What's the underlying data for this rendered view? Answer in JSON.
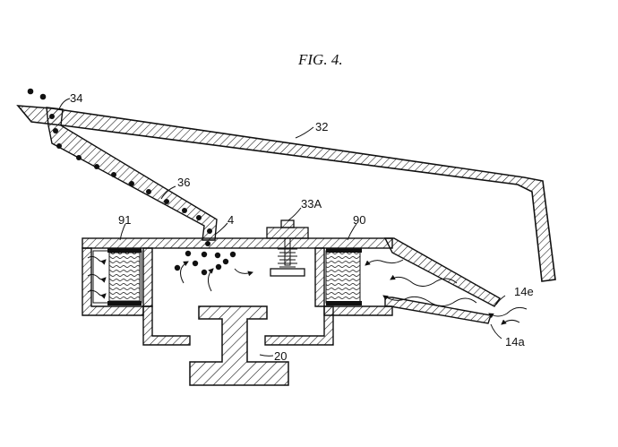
{
  "figure": {
    "title": "FIG. 4.",
    "ink_color": "#111111",
    "background": "#ffffff"
  },
  "labels": {
    "l34": "34",
    "l32": "32",
    "l36": "36",
    "l33a": "33A",
    "l4": "4",
    "l91": "91",
    "l90": "90",
    "l14e": "14e",
    "l14a": "14a",
    "l20": "20"
  }
}
